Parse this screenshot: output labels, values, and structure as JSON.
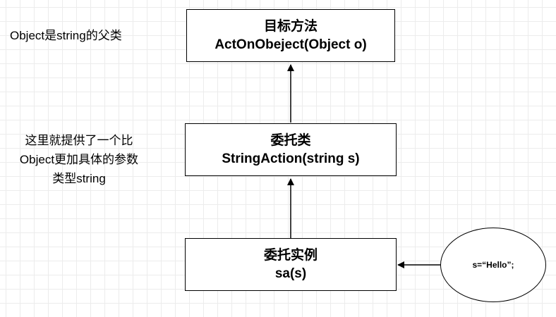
{
  "boxes": {
    "target_method": {
      "title": "目标方法",
      "subtitle": "ActOnObeject(Object o)"
    },
    "delegate_type": {
      "title": "委托类",
      "subtitle": "StringAction(string s)"
    },
    "delegate_instance": {
      "title": "委托实例",
      "subtitle": "sa(s)"
    }
  },
  "notes": {
    "inheritance": "Object是string的父类",
    "specific_type": [
      "这里就提供了一个比",
      "Object更加具体的参数",
      "类型string"
    ]
  },
  "argument": {
    "text": "s=“Hello”;"
  }
}
